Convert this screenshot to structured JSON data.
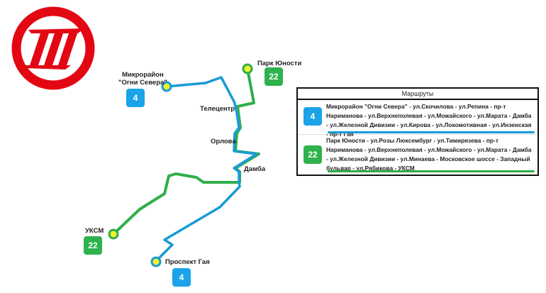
{
  "logo": {
    "name": "transport-company-logo",
    "color": "#e30613"
  },
  "colors": {
    "route4": "#1a9ad6",
    "route22": "#2fae4a",
    "stop_fill": "#f2f22a"
  },
  "map": {
    "stops": [
      {
        "name": "Микрорайон\n\"Огни Севера\""
      },
      {
        "name": "Парк Юности"
      },
      {
        "name": "УКСМ"
      },
      {
        "name": "Проспект Гая"
      }
    ],
    "labels": {
      "telecentr": "Телецентр",
      "orlova": "Орлова",
      "damba": "Дамба"
    },
    "badges": {
      "ogni": "4",
      "park": "22",
      "uksm": "22",
      "gaya": "4"
    }
  },
  "legend": {
    "title": "Маршруты",
    "routes": [
      {
        "number": "4",
        "description": "Микрорайон \"Огни Севера\" - ул.Скочилова - ул.Репина - пр-т Нариманова - ул.Верхнеполевая - ул.Можайского - ул.Марата - Дамба - ул.Железной Дивизии - ул.Кирова - ул.Локомотивная - ул.Инзенская - пр-т Гая"
      },
      {
        "number": "22",
        "description": "Парк Юности - ул.Розы Люксембург - ул.Тимирязева - пр-т Нариманова - ул.Верхнеполевая - ул.Можайского - ул.Марата - Дамба - ул.Железной Дивизии - ул.Минаева - Московское шоссе - Западный бульвар - ул.Рябикова - УКСМ"
      }
    ]
  }
}
